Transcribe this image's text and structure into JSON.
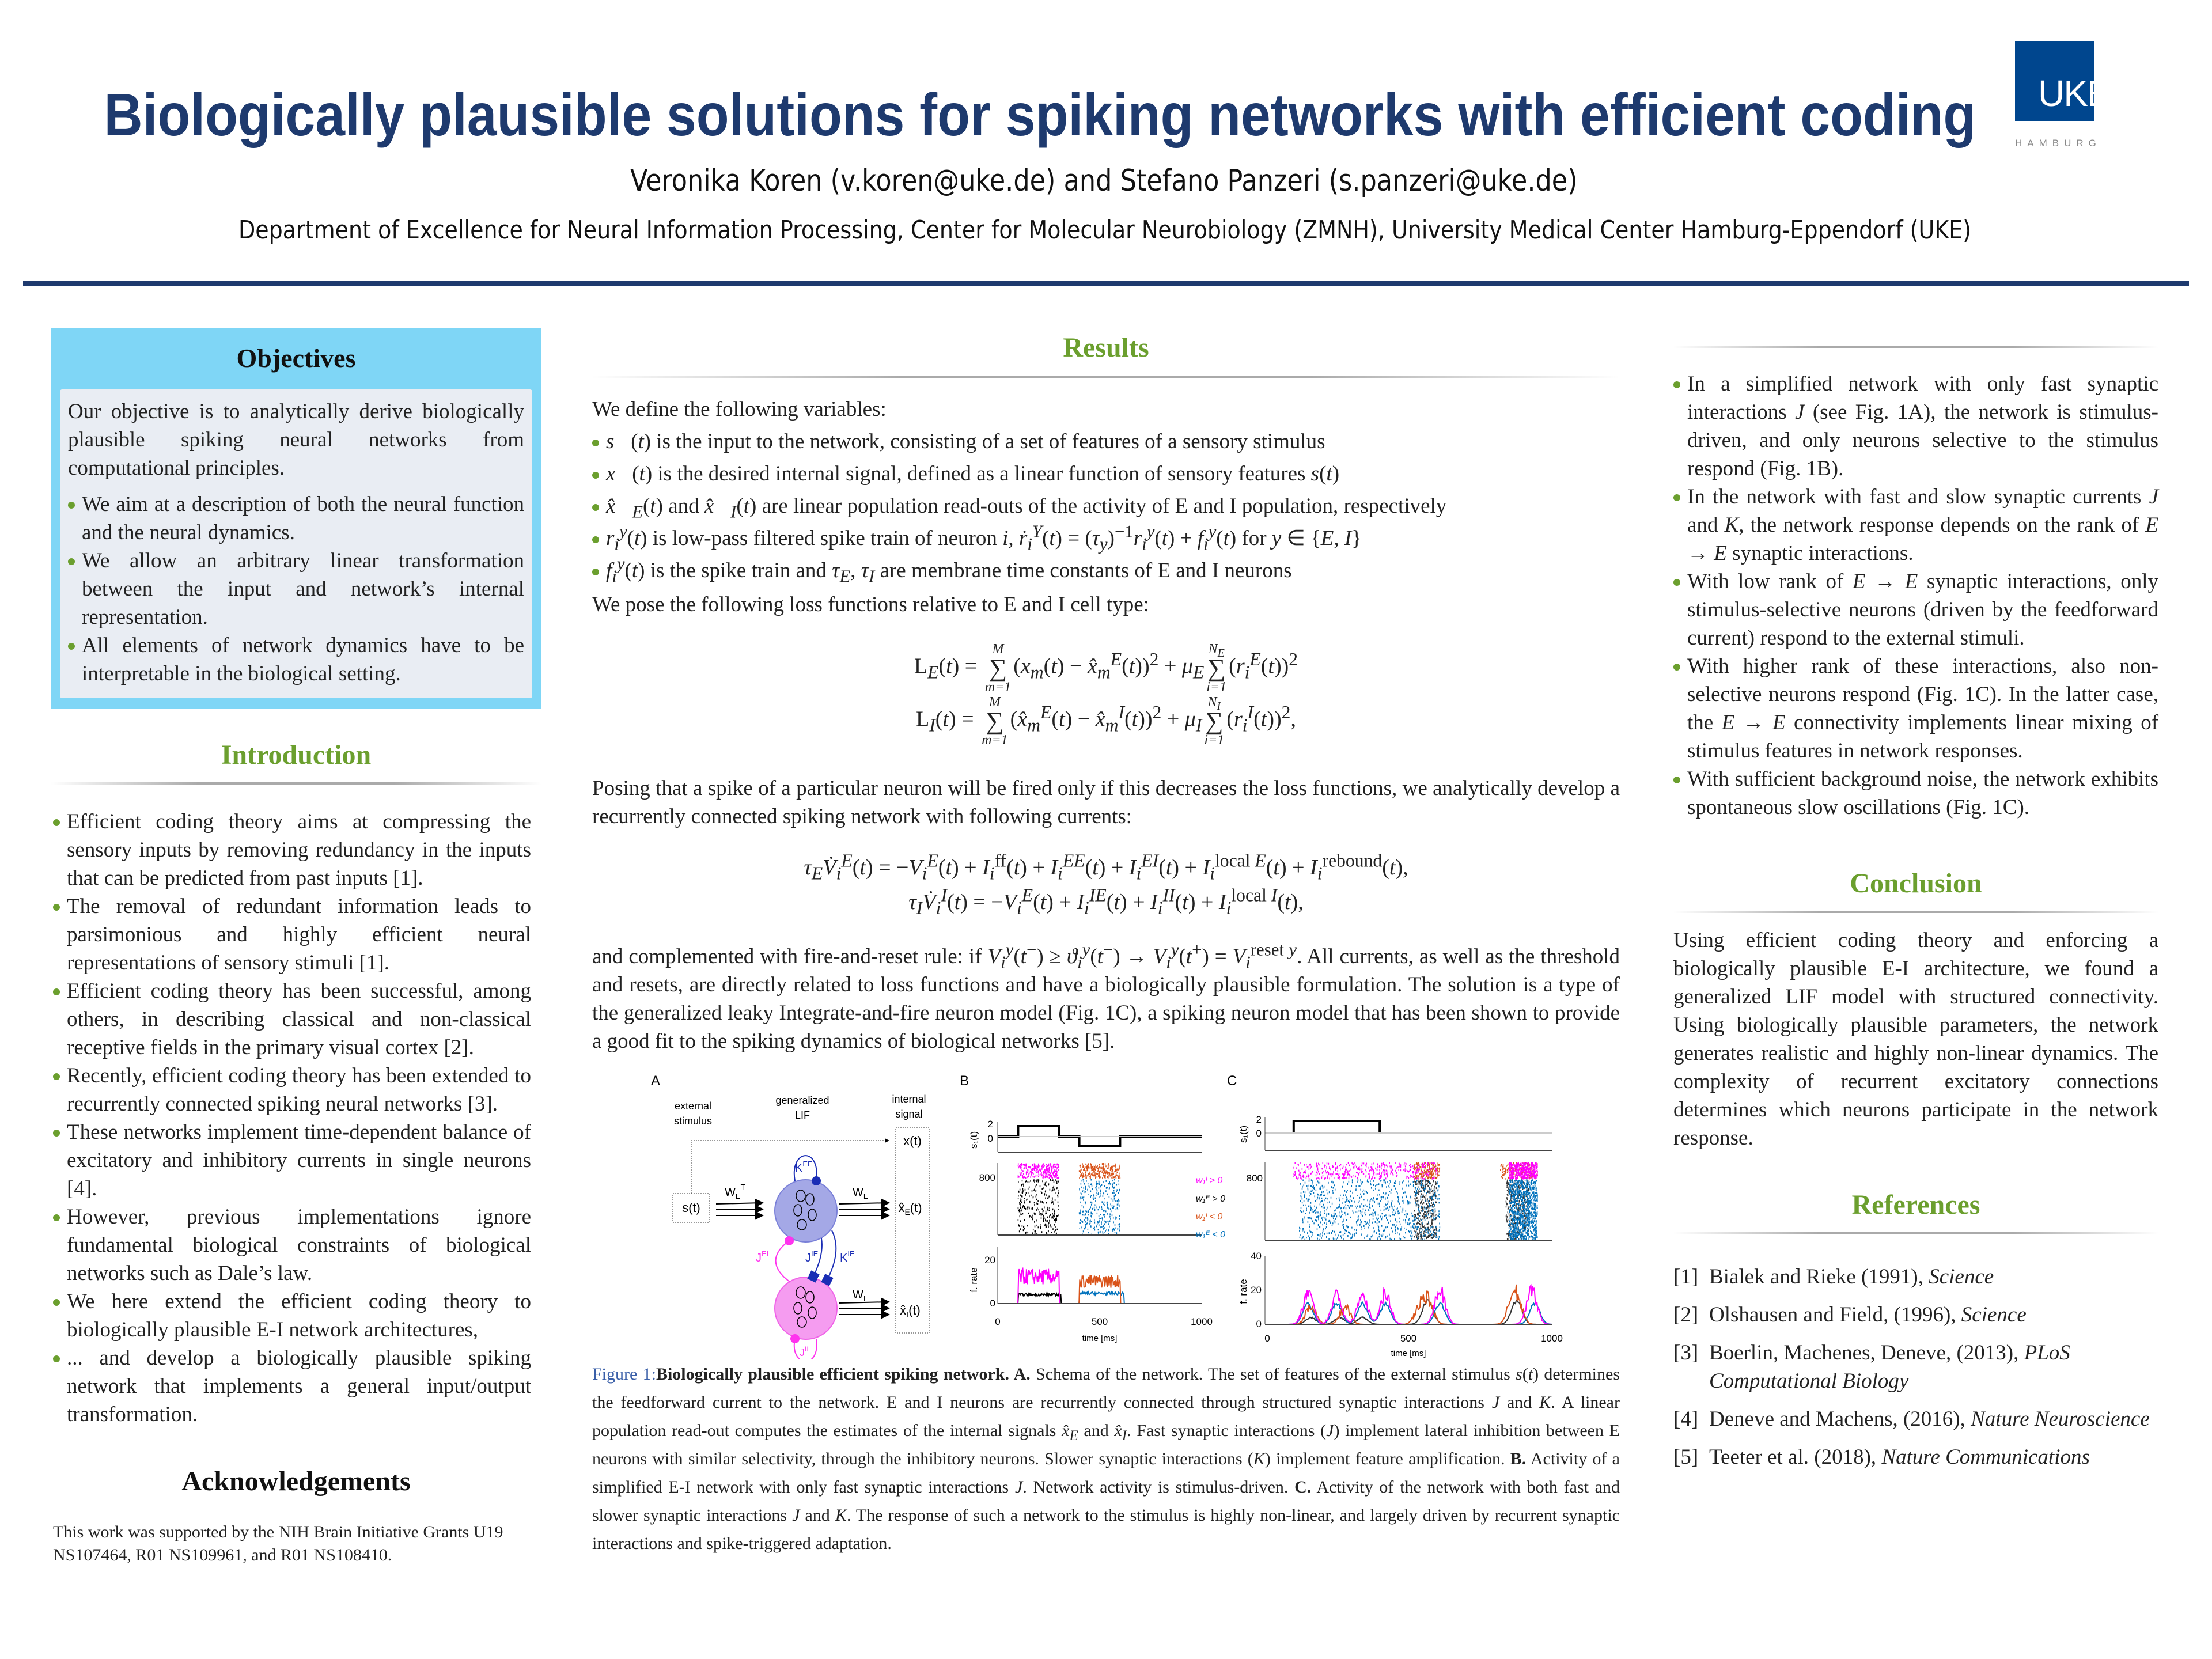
{
  "header": {
    "title": "Biologically plausible solutions for spiking networks with efficient coding",
    "authors": "Veronika Koren (v.koren@uke.de) and Stefano Panzeri (s.panzeri@uke.de)",
    "affiliation": "Department of Excellence for Neural Information Processing, Center for Molecular Neurobiology (ZMNH), University Medical Center Hamburg-Eppendorf (UKE)",
    "logo": {
      "mark": "UKE",
      "sub": "HAMBURG"
    }
  },
  "objectives": {
    "title": "Objectives",
    "intro": "Our objective is to analytically derive biologically plausible spiking neural networks from computational principles.",
    "bullets": [
      "We aim at a description of both the neural function and the neural dynamics.",
      "We allow an arbitrary linear transformation between the input and network’s internal representation.",
      "All elements of network dynamics have to be interpretable in the biological setting."
    ]
  },
  "introduction": {
    "title": "Introduction",
    "bullets": [
      "Efficient coding theory aims at compressing the sensory inputs by removing redundancy in the inputs that can be predicted from past inputs [1].",
      "The removal of redundant information leads to parsimonious and highly efficient neural representations of sensory stimuli [1].",
      "Efficient coding theory has been successful, among others, in describing classical and non-classical receptive fields in the primary visual cortex [2].",
      "Recently, efficient coding theory has been extended to recurrently connected spiking neural networks [3].",
      "These networks implement time-dependent balance of excitatory and inhibitory currents in single neurons [4].",
      "However, previous implementations ignore fundamental biological constraints of biological networks such as Dale’s law.",
      "We here extend the efficient coding theory to biologically plausible E-I network architectures,",
      "... and develop a biologically plausible spiking network that implements a general input/output transformation."
    ]
  },
  "acknowledgements": {
    "title": "Acknowledgements",
    "text": "This work was supported by the NIH Brain Initiative Grants U19 NS107464, R01 NS109961, and R01 NS108410."
  },
  "results": {
    "title": "Results",
    "define_intro": "We define the following variables:",
    "variables": [
      "<i>s⃗</i>(<i>t</i>) is the input to the network, consisting of a set of features of a sensory stimulus",
      "<i>x⃗</i>(<i>t</i>) is the desired internal signal, defined as a linear function of sensory features <i>s</i>(<i>t</i>)",
      "<i>x̂⃗</i><sub><i>E</i></sub>(<i>t</i>) and <i>x̂⃗</i><sub><i>I</i></sub>(<i>t</i>) are linear population read-outs of the activity of E and I population, respectively",
      "<i>r</i><sub><i>i</i></sub><sup><i>y</i></sup>(<i>t</i>) is low-pass filtered spike train of neuron <i>i</i>, <i>ṙ</i><sub><i>i</i></sub><sup><i>Y</i></sup>(<i>t</i>) = (<i>τ</i><sub><i>y</i></sub>)<sup>−1</sup><i>r</i><sub><i>i</i></sub><sup><i>y</i></sup>(<i>t</i>) + <i>f</i><sub><i>i</i></sub><sup><i>y</i></sup>(<i>t</i>) for <i>y</i> ∈ {<i>E</i>, <i>I</i>}",
      "<i>f</i><sub><i>i</i></sub><sup><i>y</i></sup>(<i>t</i>) is the spike train and <i>τ</i><sub><i>E</i></sub>, <i>τ</i><sub><i>I</i></sub> are membrane time constants of E and I neurons"
    ],
    "loss_intro": "We pose the following loss functions relative to E and I cell type:",
    "loss_eq": [
      "L<sub><i>E</i></sub>(<i>t</i>) = <span class=\"sum\"><span class=\"lim\">M</span><span class=\"s\">∑</span><span class=\"lim\">m=1</span></span>(<i>x</i><sub><i>m</i></sub>(<i>t</i>) − <i>x̂</i><sub><i>m</i></sub><sup><i>E</i></sup>(<i>t</i>))<sup>2</sup> + <i>μ</i><sub><i>E</i></sub><span class=\"sum\"><span class=\"lim\">N<sub>E</sub></span><span class=\"s\">∑</span><span class=\"lim\">i=1</span></span>(<i>r</i><sub><i>i</i></sub><sup><i>E</i></sup>(<i>t</i>))<sup>2</sup>",
      "L<sub><i>I</i></sub>(<i>t</i>) = <span class=\"sum\"><span class=\"lim\">M</span><span class=\"s\">∑</span><span class=\"lim\">m=1</span></span>(<i>x̂</i><sub><i>m</i></sub><sup><i>E</i></sup>(<i>t</i>) − <i>x̂</i><sub><i>m</i></sub><sup><i>I</i></sup>(<i>t</i>))<sup>2</sup> + <i>μ</i><sub><i>I</i></sub><span class=\"sum\"><span class=\"lim\">N<sub>I</sub></span><span class=\"s\">∑</span><span class=\"lim\">i=1</span></span>(<i>r</i><sub><i>i</i></sub><sup><i>I</i></sup>(<i>t</i>))<sup>2</sup>,"
    ],
    "posing_text": "Posing that a spike of a particular neuron will be fired only if this decreases the loss functions, we analytically develop a recurrently connected spiking network with following currents:",
    "current_eq": [
      "<i>τ</i><sub><i>E</i></sub><i>V̇</i><sub><i>i</i></sub><sup><i>E</i></sup>(<i>t</i>) = −<i>V</i><sub><i>i</i></sub><sup><i>E</i></sup>(<i>t</i>) + <i>I</i><sub><i>i</i></sub><sup>ff</sup>(<i>t</i>) + <i>I</i><sub><i>i</i></sub><sup><i>EE</i></sup>(<i>t</i>) + <i>I</i><sub><i>i</i></sub><sup><i>EI</i></sup>(<i>t</i>) + <i>I</i><sub><i>i</i></sub><sup>local <i>E</i></sup>(<i>t</i>) + <i>I</i><sub><i>i</i></sub><sup>rebound</sup>(<i>t</i>),",
      "<i>τ</i><sub><i>I</i></sub><i>V̇</i><sub><i>i</i></sub><sup><i>I</i></sup>(<i>t</i>) = −<i>V</i><sub><i>i</i></sub><sup><i>E</i></sup>(<i>t</i>) + <i>I</i><sub><i>i</i></sub><sup><i>IE</i></sup>(<i>t</i>) + <i>I</i><sub><i>i</i></sub><sup><i>II</i></sup>(<i>t</i>) + <i>I</i><sub><i>i</i></sub><sup>local <i>I</i></sup>(<i>t</i>),"
    ],
    "reset_text": "and complemented with fire-and-reset rule: if <i>V</i><sub><i>i</i></sub><sup><i>y</i></sup>(<i>t</i><sup>−</sup>) ≥ <i>ϑ</i><sub><i>i</i></sub><sup><i>y</i></sup>(<i>t</i><sup>−</sup>) → <i>V</i><sub><i>i</i></sub><sup><i>y</i></sup>(<i>t</i><sup>+</sup>) = <i>V</i><sub><i>i</i></sub><sup>reset <i>y</i></sup>. All currents, as well as the threshold and resets, are directly related to loss functions and have a biologically plausible formulation. The solution is a type of the generalized leaky Integrate-and-fire neuron model (Fig. 1C), a spiking neuron model that has been shown to provide a good fit to the spiking dynamics of biological networks [5]."
  },
  "figure": {
    "A": {
      "label": "A",
      "ext1": "external",
      "ext2": "stimulus",
      "gen1": "generalized",
      "gen2": "LIF",
      "int1": "internal",
      "int2": "signal",
      "s": "s(t)",
      "x": "x(t)",
      "xE": "x̂",
      "xE_sub": "E",
      "xI": "x̂",
      "xI_sub": "I",
      "t": "(t)",
      "W": "W",
      "E": "E",
      "T": "T",
      "I": "I",
      "K": "K",
      "J": "J",
      "EE": "EE",
      "EI": "EI",
      "IE": "IE",
      "II": "II"
    },
    "B": {
      "label": "B",
      "ylabel_top": "s₁(t)",
      "ylabel_rate": "f. rate",
      "yt_top": [
        "2",
        "0"
      ],
      "yt_raster": "800",
      "yt_rate": [
        "20",
        "0"
      ],
      "xticks": [
        "0",
        "500",
        "1000"
      ],
      "xlabel": "time [ms]",
      "legend": [
        "w₁ᴵ > 0",
        "w₁ᴱ > 0",
        "w₁ᴵ < 0",
        "w₁ᴱ < 0"
      ]
    },
    "C": {
      "label": "C",
      "ylabel_top": "s₁(t)",
      "ylabel_rate": "f. rate",
      "yt_top": [
        "2",
        "0"
      ],
      "yt_raster": "800",
      "yt_rate": [
        "40",
        "20",
        "0"
      ],
      "xticks": [
        "0",
        "500",
        "1000"
      ],
      "xlabel": "time [ms]"
    },
    "caption": {
      "fig": "Figure 1:",
      "html": "<b>Biologically plausible efficient spiking network. A.</b> Schema of the network. The set of features of the external stimulus <i>s</i>(<i>t</i>) determines the feedforward current to the network. E and I neurons are recurrently connected through structured synaptic interactions <i>J</i> and <i>K</i>. A linear population read-out computes the estimates of the internal signals <i>x̂</i><sub><i>E</i></sub> and <i>x̂</i><sub><i>I</i></sub>. Fast synaptic interactions (<i>J</i>) implement lateral inhibition between E neurons with similar selectivity, through the inhibitory neurons. Slower synaptic interactions (<i>K</i>) implement feature amplification. <b>B.</b> Activity of a simplified E-I network with only fast synaptic interactions <i>J</i>. Network activity is stimulus-driven. <b>C.</b> Activity of the network with both fast and slower synaptic interactions <i>J</i> and <i>K</i>. The response of such a network to the stimulus is highly non-linear, and largely driven by recurrent synaptic interactions and spike-triggered adaptation."
    }
  },
  "right": {
    "bullets": [
      "In a simplified network with only fast synaptic interactions <i>J</i> (see Fig. 1A), the network is stimulus-driven, and only neurons selective to the stimulus respond (Fig. 1B).",
      "In the network with fast and slow synaptic currents <i>J</i> and <i>K</i>, the network response depends on the rank of <i>E</i> → <i>E</i> synaptic interactions.",
      "With low rank of <i>E</i> → <i>E</i> synaptic interactions, only stimulus-selective neurons (driven by the feedforward current) respond to the external stimuli.",
      "With higher rank of these interactions, also non-selective neurons respond (Fig. 1C). In the latter case, the <i>E</i> → <i>E</i> connectivity implements linear mixing of stimulus features in network responses.",
      "With sufficient background noise, the network exhibits spontaneous slow oscillations (Fig. 1C)."
    ]
  },
  "conclusion": {
    "title": "Conclusion",
    "text": "Using efficient coding theory and enforcing a biologically plausible E-I architecture, we found a generalized LIF model with structured connectivity. Using biologically plausible parameters, the network generates realistic and highly non-linear dynamics. The complexity of recurrent excitatory connections determines which neurons participate in the network response."
  },
  "references": {
    "title": "References",
    "items": [
      {
        "num": "[1]",
        "text": "Bialek and Rieke (1991), ",
        "venue": "Science"
      },
      {
        "num": "[2]",
        "text": "Olshausen and Field, (1996), ",
        "venue": "Science"
      },
      {
        "num": "[3]",
        "text": "Boerlin, Machenes, Deneve, (2013), ",
        "venue": "PLoS Computational Biology"
      },
      {
        "num": "[4]",
        "text": "Deneve and Machens, (2016), ",
        "venue": "Nature Neuroscience"
      },
      {
        "num": "[5]",
        "text": "Teeter et al. (2018), ",
        "venue": "Nature Communications"
      }
    ]
  },
  "colors": {
    "title": "#1e3a6e",
    "section": "#6b9f2e",
    "objectives_bg": "#7fd6f6",
    "logo": "#00468e",
    "magenta": "#ff00ff",
    "orange": "#d95319",
    "blue": "#0072bd",
    "e_pop": "#a4a8e6",
    "i_pop": "#f59cf0"
  }
}
